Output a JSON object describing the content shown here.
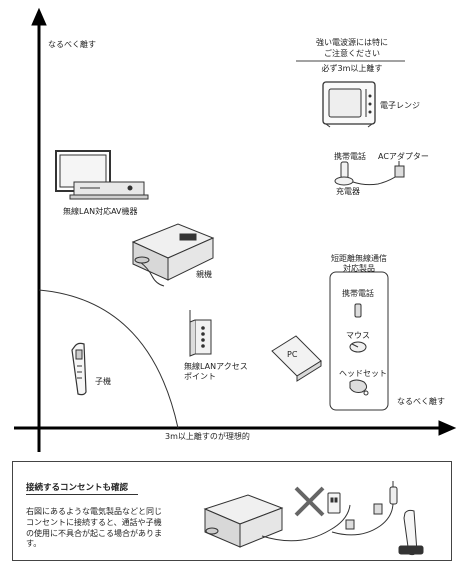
{
  "diagram": {
    "axis_y_label": "なるべく離す",
    "axis_x_label_right": "なるべく離す",
    "axis_x_label_bottom": "3m以上離すのが理想的",
    "warning_line1": "強い電波源には特に",
    "warning_line2": "ご注意ください",
    "warning_line3": "必ず3m以上離す",
    "microwave_label": "電子レンジ",
    "mobile_phone_label": "携帯電話",
    "ac_adapter_label": "ACアダプター",
    "charger_label": "充電器",
    "av_device_label": "無線LAN対応AV機器",
    "main_unit_label": "親機",
    "shortrange_title_line1": "短距離無線通信",
    "shortrange_title_line2": "対応製品",
    "shortrange_phone_label": "携帯電話",
    "mouse_label": "マウス",
    "headset_label": "ヘッドセット",
    "handset_label": "子機",
    "ap_label_line1": "無線LANアクセス",
    "ap_label_line2": "ポイント",
    "pc_label": "PC"
  },
  "note": {
    "title": "接続するコンセントも確認",
    "body": "右図にあるような電気製品などと同じコンセントに接続すると、通話や子機の使用に不具合が起こる場合があります。"
  }
}
